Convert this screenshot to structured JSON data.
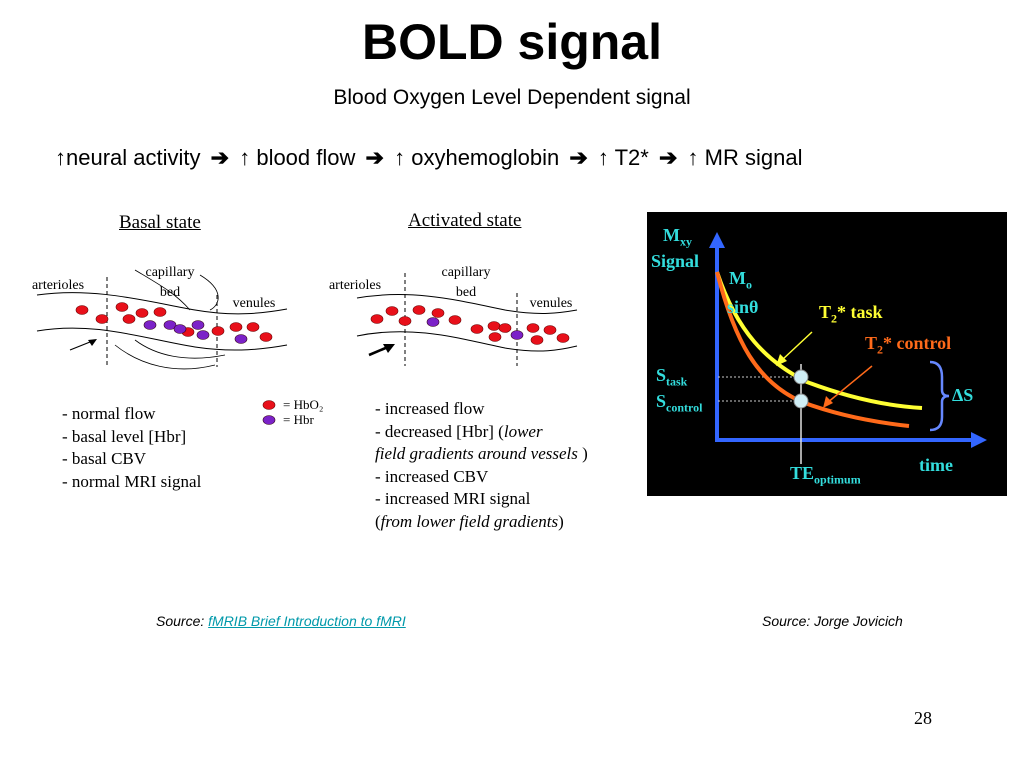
{
  "slide": {
    "title": "BOLD signal",
    "subtitle": "Blood Oxygen Level Dependent signal",
    "page_number": "28"
  },
  "chain": {
    "items": [
      "neural activity",
      "blood flow",
      "oxyhemoglobin",
      "T2*",
      "MR signal"
    ],
    "up_arrow": "↑",
    "right_arrow": "➔"
  },
  "basal": {
    "heading": "Basal state",
    "arterioles": "arterioles",
    "capillary": "capillary",
    "bed": "bed",
    "venules": "venules",
    "bullets": [
      "- normal flow",
      "- basal level [Hbr]",
      "- basal",
      "CBV",
      "- normal MRI signal"
    ]
  },
  "legend": {
    "hbo2": "= HbO₂",
    "hbr": "= Hbr",
    "colors": {
      "hbo2": "#e8101a",
      "hbr": "#7b22c8"
    }
  },
  "activated": {
    "heading": "Activated state",
    "arterioles": "arterioles",
    "capillary": "capillary",
    "bed": "bed",
    "venules": "venules",
    "b1": "- increased flow",
    "b2": "- decreased [Hbr] (",
    "b2_italic": "lower",
    "b3_italic": "field gradients around vessels",
    "b3_end": " )",
    "b4": "- increased CBV",
    "b5": "- increased MRI signal",
    "b6_open": "(",
    "b6_italic": "from lower field gradients",
    "b6_close": ")"
  },
  "graph": {
    "m": "M",
    "m_sub": "xy",
    "signal": "Signal",
    "mo": "M",
    "mo_sub": "o",
    "sin": "sinθ",
    "task": "T",
    "task_sub": "2",
    "task_rest": "* task",
    "control": "T",
    "control_sub": "2",
    "control_rest": "* control",
    "s": "S",
    "s_task_sub": "task",
    "s_control_sub": "control",
    "delta": "ΔS",
    "te": "TE",
    "te_sub": "optimum",
    "time": "time",
    "colors": {
      "bg": "#000000",
      "axis": "#3366ff",
      "task": "#ffff33",
      "control": "#ff6a1a",
      "label": "#33dddd"
    }
  },
  "sources": {
    "left_prefix": "Source: ",
    "left_link": "fMRIB Brief Introduction to fMRI",
    "right": "Source: Jorge Jovicich"
  }
}
